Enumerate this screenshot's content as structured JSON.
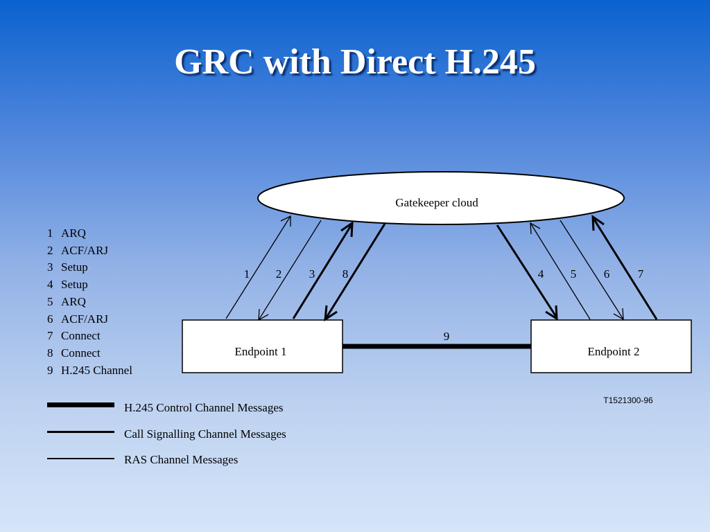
{
  "title": "GRC with Direct H.245",
  "nodes": {
    "gatekeeper": "Gatekeeper cloud",
    "endpoint1": "Endpoint 1",
    "endpoint2": "Endpoint 2"
  },
  "arrow_labels": [
    "1",
    "2",
    "3",
    "8",
    "4",
    "5",
    "6",
    "7",
    "9"
  ],
  "figure_code": "T1521300-96",
  "steps": [
    {
      "num": "1",
      "label": "ARQ"
    },
    {
      "num": "2",
      "label": "ACF/ARJ"
    },
    {
      "num": "3",
      "label": "Setup"
    },
    {
      "num": "4",
      "label": "Setup"
    },
    {
      "num": "5",
      "label": "ARQ"
    },
    {
      "num": "6",
      "label": "ACF/ARJ"
    },
    {
      "num": "7",
      "label": "Connect"
    },
    {
      "num": "8",
      "label": "Connect"
    },
    {
      "num": "9",
      "label": "H.245 Channel"
    }
  ],
  "legend": [
    {
      "label": "H.245 Control Channel Messages"
    },
    {
      "label": "Call Signalling Channel Messages"
    },
    {
      "label": "RAS Channel Messages"
    }
  ]
}
